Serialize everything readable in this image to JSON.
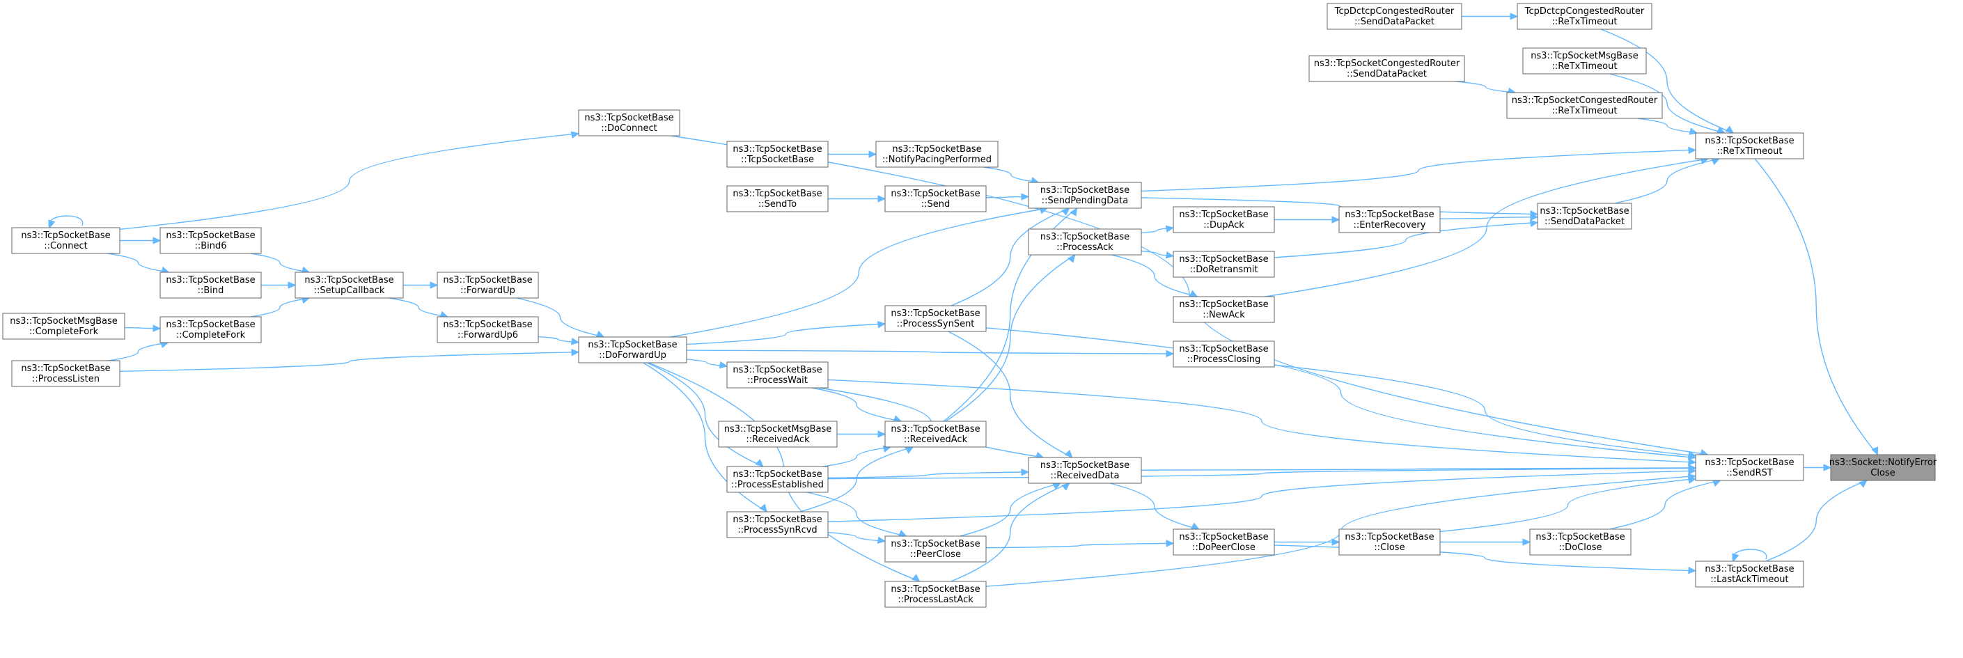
{
  "graph": {
    "title": "",
    "nodes": [
      {
        "id": "notifyErrorClose",
        "lines": [
          "ns3::Socket::NotifyError",
          "Close"
        ],
        "highlight": true
      },
      {
        "id": "sendRST",
        "lines": [
          "ns3::TcpSocketBase",
          "::SendRST"
        ]
      },
      {
        "id": "lastAckTimeout",
        "lines": [
          "ns3::TcpSocketBase",
          "::LastAckTimeout"
        ]
      },
      {
        "id": "reTxTimeout",
        "lines": [
          "ns3::TcpSocketBase",
          "::ReTxTimeout"
        ]
      },
      {
        "id": "dctcpReTx",
        "lines": [
          "TcpDctcpCongestedRouter",
          "::ReTxTimeout"
        ]
      },
      {
        "id": "dctcpSend",
        "lines": [
          "TcpDctcpCongestedRouter",
          "::SendDataPacket"
        ]
      },
      {
        "id": "msgReTx",
        "lines": [
          "ns3::TcpSocketMsgBase",
          "::ReTxTimeout"
        ]
      },
      {
        "id": "congReTx",
        "lines": [
          "ns3::TcpSocketCongestedRouter",
          "::ReTxTimeout"
        ]
      },
      {
        "id": "congSend",
        "lines": [
          "ns3::TcpSocketCongestedRouter",
          "::SendDataPacket"
        ]
      },
      {
        "id": "sendDataPacket",
        "lines": [
          "ns3::TcpSocketBase",
          "::SendDataPacket"
        ]
      },
      {
        "id": "sendPendingData",
        "lines": [
          "ns3::TcpSocketBase",
          "::SendPendingData"
        ]
      },
      {
        "id": "enterRecovery",
        "lines": [
          "ns3::TcpSocketBase",
          "::EnterRecovery"
        ]
      },
      {
        "id": "dupAck",
        "lines": [
          "ns3::TcpSocketBase",
          "::DupAck"
        ]
      },
      {
        "id": "doRetransmit",
        "lines": [
          "ns3::TcpSocketBase",
          "::DoRetransmit"
        ]
      },
      {
        "id": "newAck",
        "lines": [
          "ns3::TcpSocketBase",
          "::NewAck"
        ]
      },
      {
        "id": "processAck",
        "lines": [
          "ns3::TcpSocketBase",
          "::ProcessAck"
        ]
      },
      {
        "id": "processClosing",
        "lines": [
          "ns3::TcpSocketBase",
          "::ProcessClosing"
        ]
      },
      {
        "id": "doConnect",
        "lines": [
          "ns3::TcpSocketBase",
          "::DoConnect"
        ]
      },
      {
        "id": "connect",
        "lines": [
          "ns3::TcpSocketBase",
          "::Connect"
        ]
      },
      {
        "id": "bind6",
        "lines": [
          "ns3::TcpSocketBase",
          "::Bind6"
        ]
      },
      {
        "id": "bind",
        "lines": [
          "ns3::TcpSocketBase",
          "::Bind"
        ]
      },
      {
        "id": "setupCallback",
        "lines": [
          "ns3::TcpSocketBase",
          "::SetupCallback"
        ]
      },
      {
        "id": "forwardUp",
        "lines": [
          "ns3::TcpSocketBase",
          "::ForwardUp"
        ]
      },
      {
        "id": "forwardUp6",
        "lines": [
          "ns3::TcpSocketBase",
          "::ForwardUp6"
        ]
      },
      {
        "id": "doForwardUp",
        "lines": [
          "ns3::TcpSocketBase",
          "::DoForwardUp"
        ]
      },
      {
        "id": "msgCompleteFork",
        "lines": [
          "ns3::TcpSocketMsgBase",
          "::CompleteFork"
        ]
      },
      {
        "id": "completeFork",
        "lines": [
          "ns3::TcpSocketBase",
          "::CompleteFork"
        ]
      },
      {
        "id": "processListen",
        "lines": [
          "ns3::TcpSocketBase",
          "::ProcessListen"
        ]
      },
      {
        "id": "tcpSocketBase",
        "lines": [
          "ns3::TcpSocketBase",
          "::TcpSocketBase"
        ]
      },
      {
        "id": "notifyPacing",
        "lines": [
          "ns3::TcpSocketBase",
          "::NotifyPacingPerformed"
        ]
      },
      {
        "id": "sendTo",
        "lines": [
          "ns3::TcpSocketBase",
          "::SendTo"
        ]
      },
      {
        "id": "send",
        "lines": [
          "ns3::TcpSocketBase",
          "::Send"
        ]
      },
      {
        "id": "processSynSent",
        "lines": [
          "ns3::TcpSocketBase",
          "::ProcessSynSent"
        ]
      },
      {
        "id": "processWait",
        "lines": [
          "ns3::TcpSocketBase",
          "::ProcessWait"
        ]
      },
      {
        "id": "msgReceivedAck",
        "lines": [
          "ns3::TcpSocketMsgBase",
          "::ReceivedAck"
        ]
      },
      {
        "id": "receivedAck",
        "lines": [
          "ns3::TcpSocketBase",
          "::ReceivedAck"
        ]
      },
      {
        "id": "processEstablished",
        "lines": [
          "ns3::TcpSocketBase",
          "::ProcessEstablished"
        ]
      },
      {
        "id": "receivedData",
        "lines": [
          "ns3::TcpSocketBase",
          "::ReceivedData"
        ]
      },
      {
        "id": "processSynRcvd",
        "lines": [
          "ns3::TcpSocketBase",
          "::ProcessSynRcvd"
        ]
      },
      {
        "id": "peerClose",
        "lines": [
          "ns3::TcpSocketBase",
          "::PeerClose"
        ]
      },
      {
        "id": "doPeerClose",
        "lines": [
          "ns3::TcpSocketBase",
          "::DoPeerClose"
        ]
      },
      {
        "id": "close",
        "lines": [
          "ns3::TcpSocketBase",
          "::Close"
        ]
      },
      {
        "id": "doClose",
        "lines": [
          "ns3::TcpSocketBase",
          "::DoClose"
        ]
      },
      {
        "id": "processLastAck",
        "lines": [
          "ns3::TcpSocketBase",
          "::ProcessLastAck"
        ]
      }
    ],
    "edges": [
      {
        "from": "notifyErrorClose",
        "to": "sendRST"
      },
      {
        "from": "notifyErrorClose",
        "to": "lastAckTimeout"
      },
      {
        "from": "notifyErrorClose",
        "to": "reTxTimeout"
      },
      {
        "from": "reTxTimeout",
        "to": "dctcpReTx"
      },
      {
        "from": "reTxTimeout",
        "to": "msgReTx"
      },
      {
        "from": "reTxTimeout",
        "to": "congReTx"
      },
      {
        "from": "reTxTimeout",
        "to": "sendDataPacket"
      },
      {
        "from": "reTxTimeout",
        "to": "sendPendingData"
      },
      {
        "from": "reTxTimeout",
        "to": "newAck"
      },
      {
        "from": "dctcpReTx",
        "to": "dctcpSend"
      },
      {
        "from": "congReTx",
        "to": "congSend"
      },
      {
        "from": "sendDataPacket",
        "to": "sendPendingData"
      },
      {
        "from": "sendDataPacket",
        "to": "enterRecovery"
      },
      {
        "from": "sendDataPacket",
        "to": "doRetransmit"
      },
      {
        "from": "enterRecovery",
        "to": "dupAck"
      },
      {
        "from": "dupAck",
        "to": "processAck"
      },
      {
        "from": "doRetransmit",
        "to": "processAck"
      },
      {
        "from": "newAck",
        "to": "processAck"
      },
      {
        "from": "processAck",
        "to": "receivedAck"
      },
      {
        "from": "sendPendingData",
        "to": "notifyPacing"
      },
      {
        "from": "sendPendingData",
        "to": "send"
      },
      {
        "from": "sendPendingData",
        "to": "doForwardUp"
      },
      {
        "from": "sendPendingData",
        "to": "processSynSent"
      },
      {
        "from": "sendPendingData",
        "to": "receivedAck"
      },
      {
        "from": "notifyPacing",
        "to": "tcpSocketBase"
      },
      {
        "from": "send",
        "to": "sendTo"
      },
      {
        "from": "sendRST",
        "to": "doConnect"
      },
      {
        "from": "sendRST",
        "to": "processSynSent"
      },
      {
        "from": "sendRST",
        "to": "processWait"
      },
      {
        "from": "sendRST",
        "to": "receivedData"
      },
      {
        "from": "sendRST",
        "to": "processEstablished"
      },
      {
        "from": "sendRST",
        "to": "close"
      },
      {
        "from": "sendRST",
        "to": "doClose"
      },
      {
        "from": "sendRST",
        "to": "processLastAck"
      },
      {
        "from": "sendRST",
        "to": "processSynRcvd"
      },
      {
        "from": "doConnect",
        "to": "connect"
      },
      {
        "from": "connect",
        "to": "connect"
      },
      {
        "from": "bind6",
        "to": "connect"
      },
      {
        "from": "bind",
        "to": "connect"
      },
      {
        "from": "setupCallback",
        "to": "bind6"
      },
      {
        "from": "setupCallback",
        "to": "bind"
      },
      {
        "from": "setupCallback",
        "to": "completeFork"
      },
      {
        "from": "forwardUp",
        "to": "setupCallback"
      },
      {
        "from": "forwardUp6",
        "to": "setupCallback"
      },
      {
        "from": "doForwardUp",
        "to": "forwardUp"
      },
      {
        "from": "doForwardUp",
        "to": "forwardUp6"
      },
      {
        "from": "doForwardUp",
        "to": "processListen"
      },
      {
        "from": "completeFork",
        "to": "msgCompleteFork"
      },
      {
        "from": "completeFork",
        "to": "processListen"
      },
      {
        "from": "processSynSent",
        "to": "doForwardUp"
      },
      {
        "from": "processClosing",
        "to": "doForwardUp"
      },
      {
        "from": "processWait",
        "to": "doForwardUp"
      },
      {
        "from": "processEstablished",
        "to": "doForwardUp"
      },
      {
        "from": "processSynRcvd",
        "to": "doForwardUp"
      },
      {
        "from": "processLastAck",
        "to": "doForwardUp"
      },
      {
        "from": "receivedAck",
        "to": "msgReceivedAck"
      },
      {
        "from": "receivedAck",
        "to": "processWait"
      },
      {
        "from": "receivedAck",
        "to": "processEstablished"
      },
      {
        "from": "receivedAck",
        "to": "processSynRcvd"
      },
      {
        "from": "receivedData",
        "to": "processSynSent"
      },
      {
        "from": "receivedData",
        "to": "processWait"
      },
      {
        "from": "receivedData",
        "to": "processEstablished"
      },
      {
        "from": "receivedData",
        "to": "peerClose"
      },
      {
        "from": "receivedData",
        "to": "processLastAck"
      },
      {
        "from": "doPeerClose",
        "to": "receivedData"
      },
      {
        "from": "doPeerClose",
        "to": "peerClose"
      },
      {
        "from": "peerClose",
        "to": "processEstablished"
      },
      {
        "from": "peerClose",
        "to": "processSynRcvd"
      },
      {
        "from": "close",
        "to": "doPeerClose"
      },
      {
        "from": "doClose",
        "to": "close"
      },
      {
        "from": "lastAckTimeout",
        "to": "doPeerClose"
      },
      {
        "from": "lastAckTimeout",
        "to": "lastAckTimeout"
      },
      {
        "from": "sendRST",
        "to": "processClosing"
      }
    ]
  }
}
